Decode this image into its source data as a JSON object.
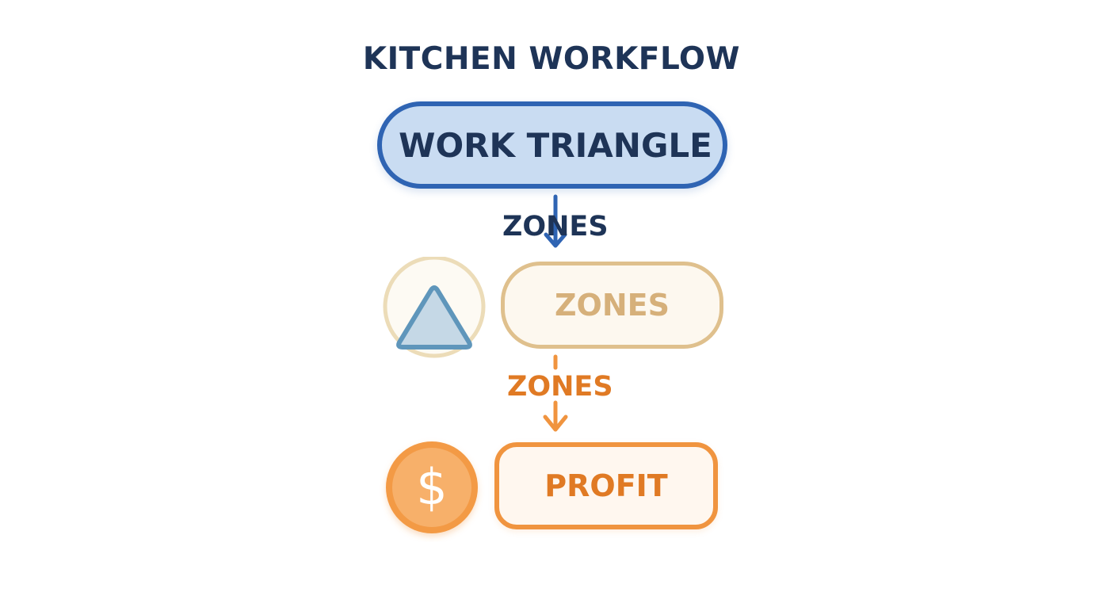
{
  "diagram": {
    "title": "KITCHEN WORKFLOW",
    "nodes": [
      {
        "id": "work-triangle",
        "label": "WORK TRIANGLE",
        "color": "#2f64b3"
      },
      {
        "id": "zones",
        "label": "ZONES",
        "color": "#dfc08d",
        "icon": "triangle-icon"
      },
      {
        "id": "profit",
        "label": "PROFIT",
        "color": "#f0943f",
        "icon": "dollar-coin-icon"
      }
    ],
    "edges": [
      {
        "from": "work-triangle",
        "to": "zones",
        "label": "ZONES",
        "color": "#2f64b3"
      },
      {
        "from": "zones",
        "to": "profit",
        "label": "ZONES",
        "color": "#f0943f"
      }
    ],
    "icons": {
      "dollar_glyph": "$"
    }
  }
}
